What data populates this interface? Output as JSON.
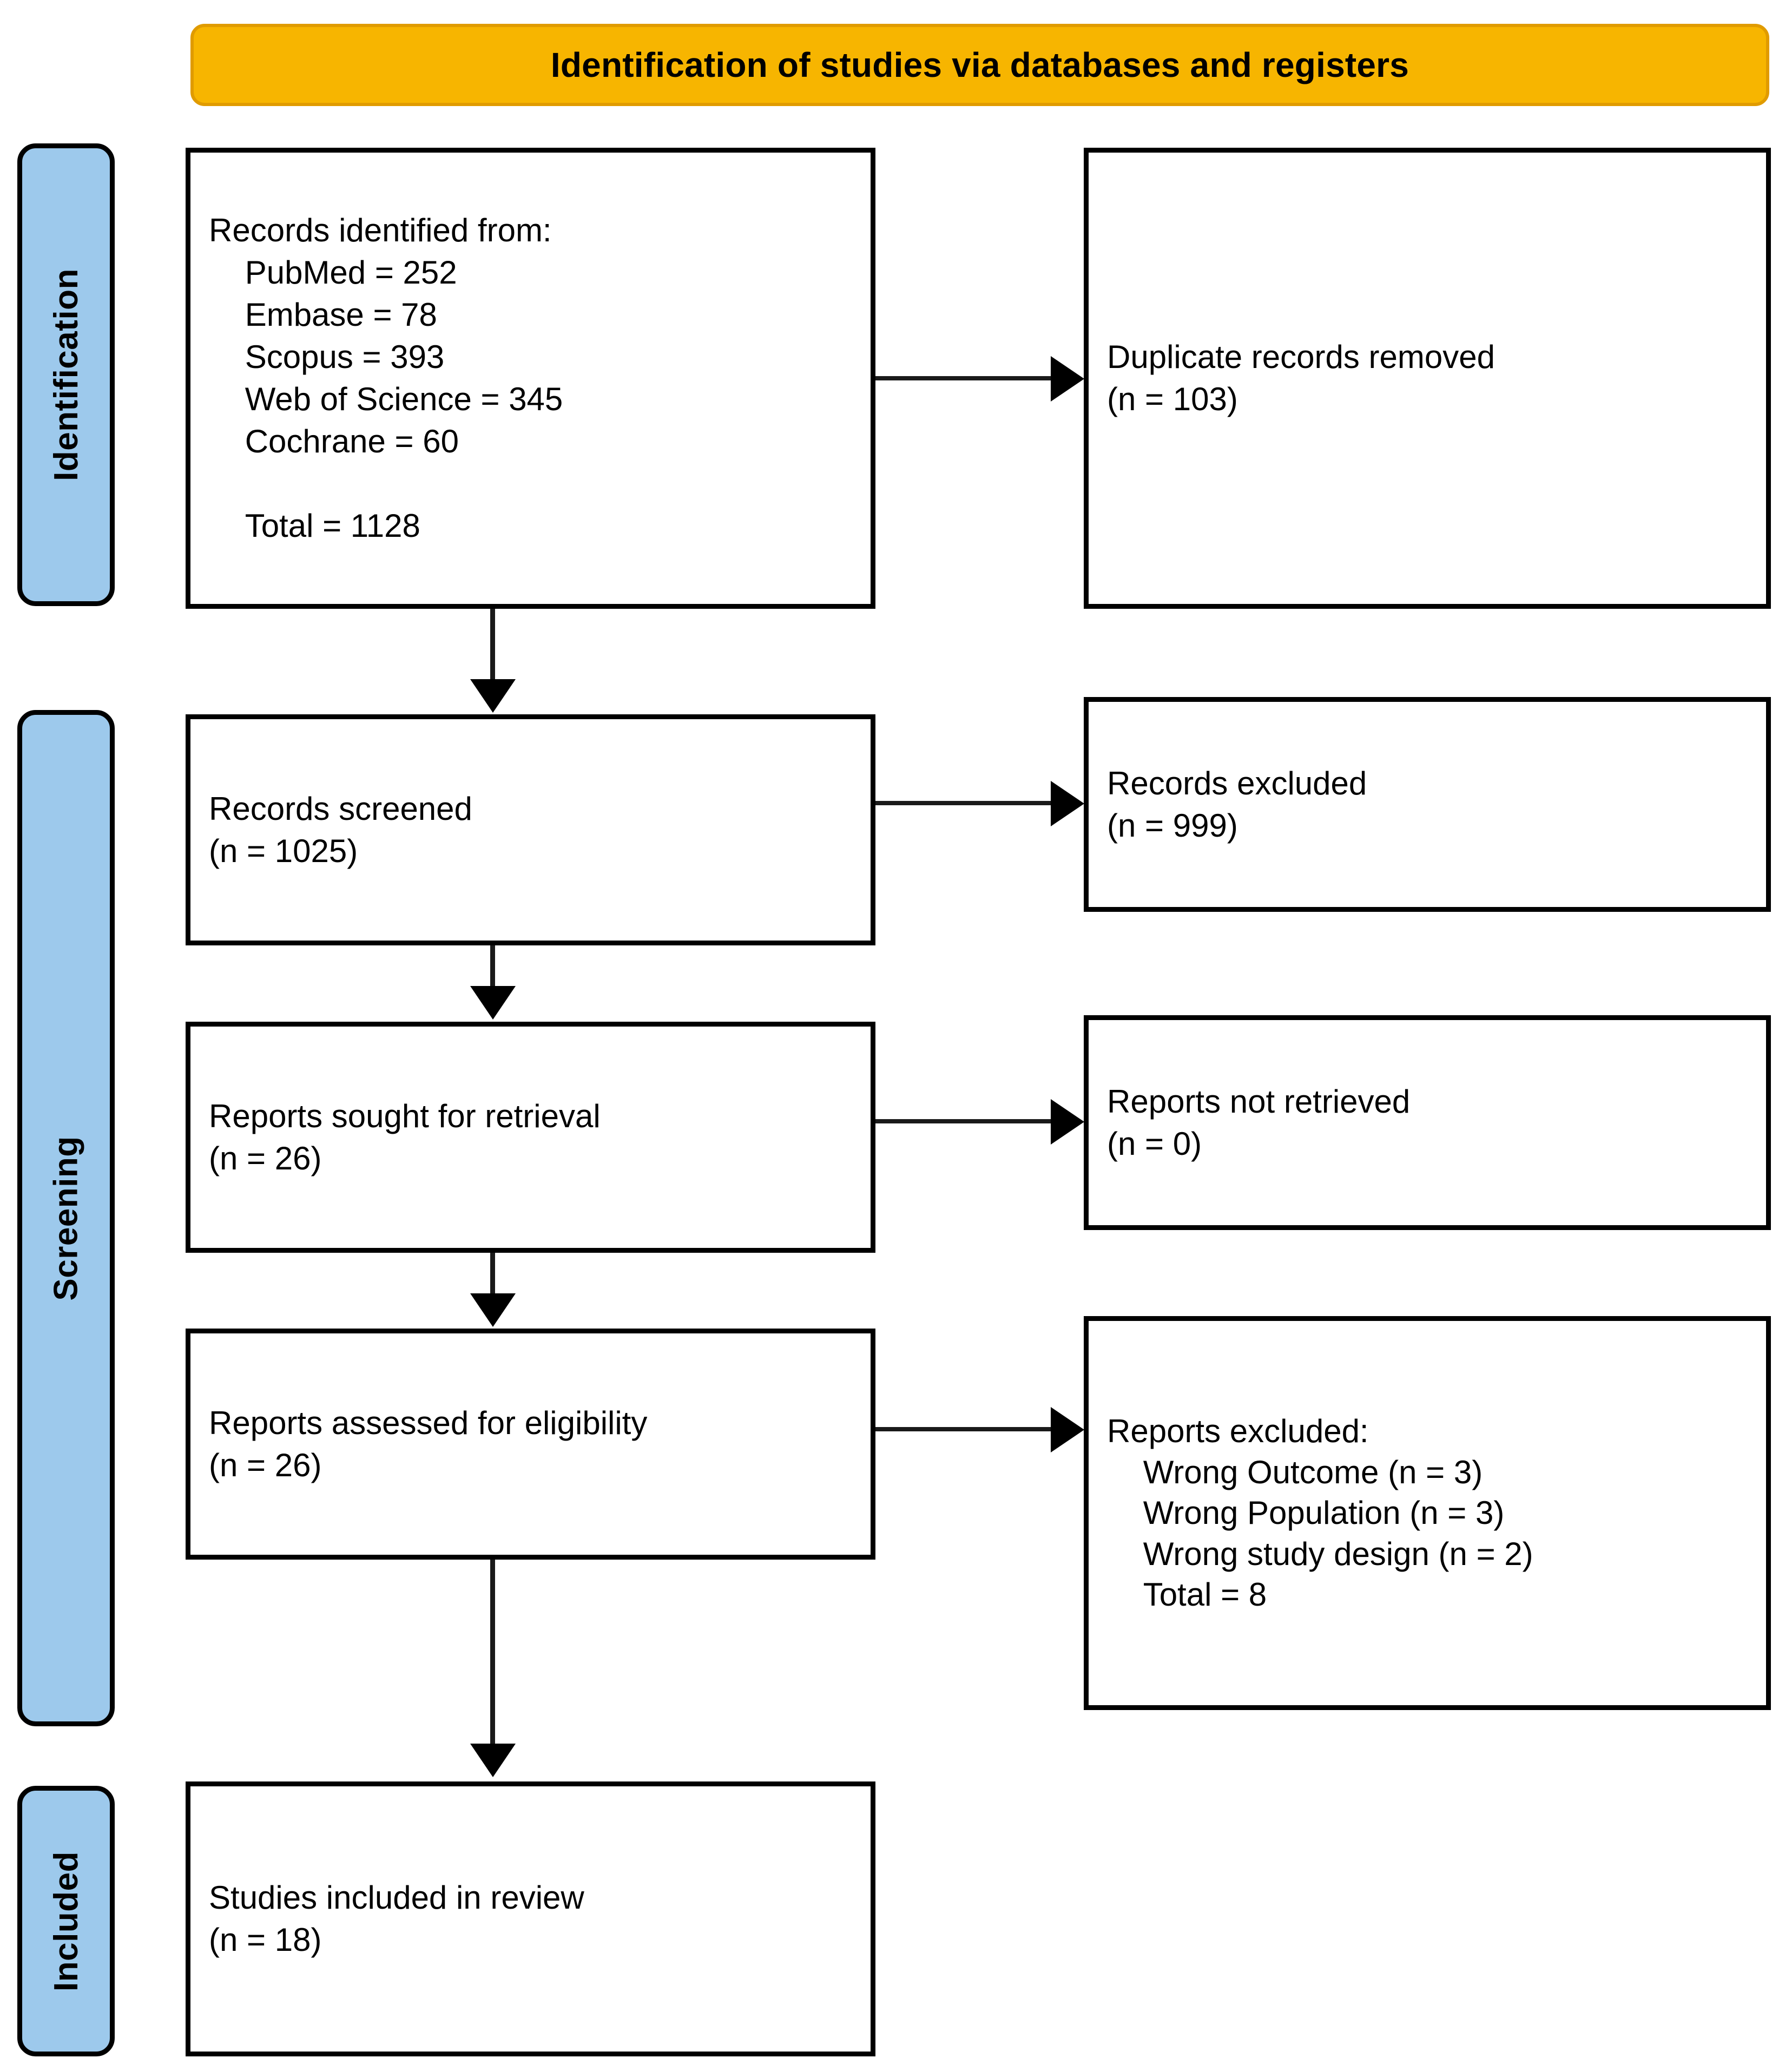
{
  "banner": {
    "title": "Identification of studies via databases and registers"
  },
  "stages": [
    {
      "id": "identification",
      "label": "Identification"
    },
    {
      "id": "screening",
      "label": "Screening"
    },
    {
      "id": "included",
      "label": "Included"
    }
  ],
  "boxes": {
    "identified": {
      "text": "Records identified from:\n    PubMed = 252\n    Embase = 78\n    Scopus = 393\n    Web of Science = 345\n    Cochrane = 60\n\n    Total = 1128"
    },
    "duplicates": {
      "text": "Duplicate records removed\n(n = 103)"
    },
    "screened": {
      "text": "Records screened\n(n = 1025)"
    },
    "excluded": {
      "text": "Records excluded\n(n = 999)"
    },
    "sought": {
      "text": "Reports sought for retrieval\n(n = 26)"
    },
    "not_retrieved": {
      "text": "Reports not retrieved\n(n = 0)"
    },
    "assessed": {
      "text": "Reports assessed for eligibility\n(n = 26)"
    },
    "reports_excluded": {
      "text": "Reports excluded:\n    Wrong Outcome (n = 3)\n    Wrong Population (n = 3)\n    Wrong study design (n = 2)\n    Total = 8"
    },
    "included": {
      "text": "Studies included in review\n(n = 18)"
    }
  },
  "chart_data": {
    "type": "diagram",
    "title": "Identification of studies via databases and registers",
    "stages": [
      "Identification",
      "Screening",
      "Included"
    ],
    "nodes": [
      {
        "id": "identified",
        "stage": "Identification",
        "label": "Records identified from",
        "sources": [
          {
            "name": "PubMed",
            "n": 252
          },
          {
            "name": "Embase",
            "n": 78
          },
          {
            "name": "Scopus",
            "n": 393
          },
          {
            "name": "Web of Science",
            "n": 345
          },
          {
            "name": "Cochrane",
            "n": 60
          }
        ],
        "total": 1128
      },
      {
        "id": "duplicates",
        "stage": "Identification",
        "label": "Duplicate records removed",
        "n": 103
      },
      {
        "id": "screened",
        "stage": "Screening",
        "label": "Records screened",
        "n": 1025
      },
      {
        "id": "excluded",
        "stage": "Screening",
        "label": "Records excluded",
        "n": 999
      },
      {
        "id": "sought",
        "stage": "Screening",
        "label": "Reports sought for retrieval",
        "n": 26
      },
      {
        "id": "not_retrieved",
        "stage": "Screening",
        "label": "Reports not retrieved",
        "n": 0
      },
      {
        "id": "assessed",
        "stage": "Screening",
        "label": "Reports assessed for eligibility",
        "n": 26
      },
      {
        "id": "reports_excluded",
        "stage": "Screening",
        "label": "Reports excluded",
        "reasons": [
          {
            "name": "Wrong Outcome",
            "n": 3
          },
          {
            "name": "Wrong Population",
            "n": 3
          },
          {
            "name": "Wrong study design",
            "n": 2
          }
        ],
        "total": 8
      },
      {
        "id": "included",
        "stage": "Included",
        "label": "Studies included in review",
        "n": 18
      }
    ],
    "edges": [
      {
        "from": "identified",
        "to": "duplicates",
        "direction": "right"
      },
      {
        "from": "identified",
        "to": "screened",
        "direction": "down"
      },
      {
        "from": "screened",
        "to": "excluded",
        "direction": "right"
      },
      {
        "from": "screened",
        "to": "sought",
        "direction": "down"
      },
      {
        "from": "sought",
        "to": "not_retrieved",
        "direction": "right"
      },
      {
        "from": "sought",
        "to": "assessed",
        "direction": "down"
      },
      {
        "from": "assessed",
        "to": "reports_excluded",
        "direction": "right"
      },
      {
        "from": "assessed",
        "to": "included",
        "direction": "down"
      }
    ],
    "colors": {
      "banner": "#F7B500",
      "stage_bar": "#9DC9EC",
      "box_border": "#000000",
      "text": "#000000"
    }
  }
}
